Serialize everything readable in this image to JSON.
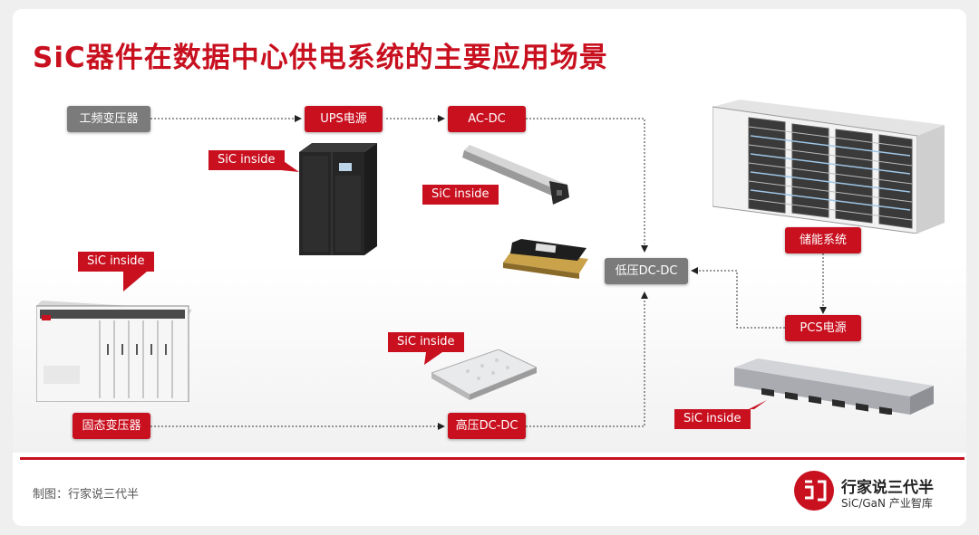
{
  "title": "SiC器件在数据中心供电系统的主要应用场景",
  "boxes": {
    "transformer": "工频变压器",
    "ups": "UPS电源",
    "acdc": "AC-DC",
    "lvdcdc": "低压DC-DC",
    "storage": "储能系统",
    "pcs": "PCS电源",
    "sst": "固态变压器",
    "hvdcdc": "高压DC-DC"
  },
  "sic_tag": "SiC inside",
  "footer": {
    "credit": "制图：行家说三代半",
    "logo_name": "行家说三代半",
    "logo_sub": "SiC/GaN 产业智库"
  },
  "colors": {
    "accent": "#c8101f",
    "node_gray": "#7b7b7b"
  }
}
